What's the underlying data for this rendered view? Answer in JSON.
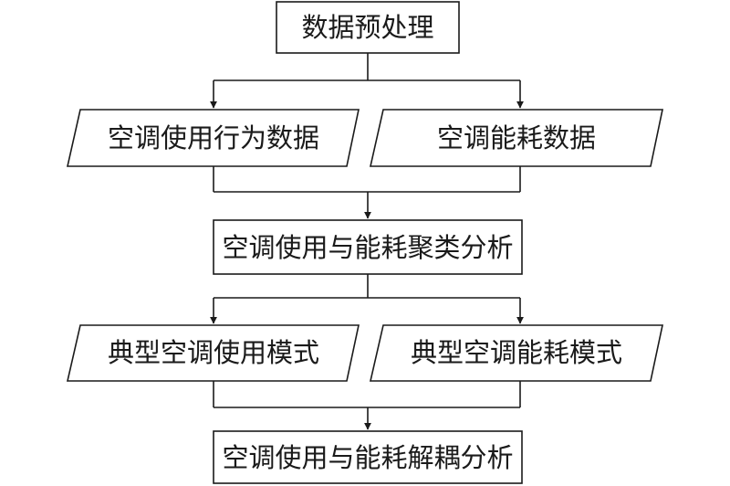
{
  "nodes": {
    "preprocess": {
      "label": "数据预处理",
      "shape": "rectangle"
    },
    "usage_data": {
      "label": "空调使用行为数据",
      "shape": "parallelogram"
    },
    "energy_data": {
      "label": "空调能耗数据",
      "shape": "parallelogram"
    },
    "cluster_analysis": {
      "label": "空调使用与能耗聚类分析",
      "shape": "rectangle"
    },
    "typical_usage": {
      "label": "典型空调使用模式",
      "shape": "parallelogram"
    },
    "typical_energy": {
      "label": "典型空调能耗模式",
      "shape": "parallelogram"
    },
    "decoupling_analysis": {
      "label": "空调使用与能耗解耦分析",
      "shape": "rectangle"
    }
  },
  "edges": [
    {
      "from": "preprocess",
      "to": "usage_data"
    },
    {
      "from": "preprocess",
      "to": "energy_data"
    },
    {
      "from": "usage_data",
      "to": "cluster_analysis"
    },
    {
      "from": "energy_data",
      "to": "cluster_analysis"
    },
    {
      "from": "cluster_analysis",
      "to": "typical_usage"
    },
    {
      "from": "cluster_analysis",
      "to": "typical_energy"
    },
    {
      "from": "typical_usage",
      "to": "decoupling_analysis"
    },
    {
      "from": "typical_energy",
      "to": "decoupling_analysis"
    }
  ],
  "colors": {
    "stroke": "#1a1a1a",
    "background": "#ffffff",
    "text": "#1a1a1a"
  }
}
